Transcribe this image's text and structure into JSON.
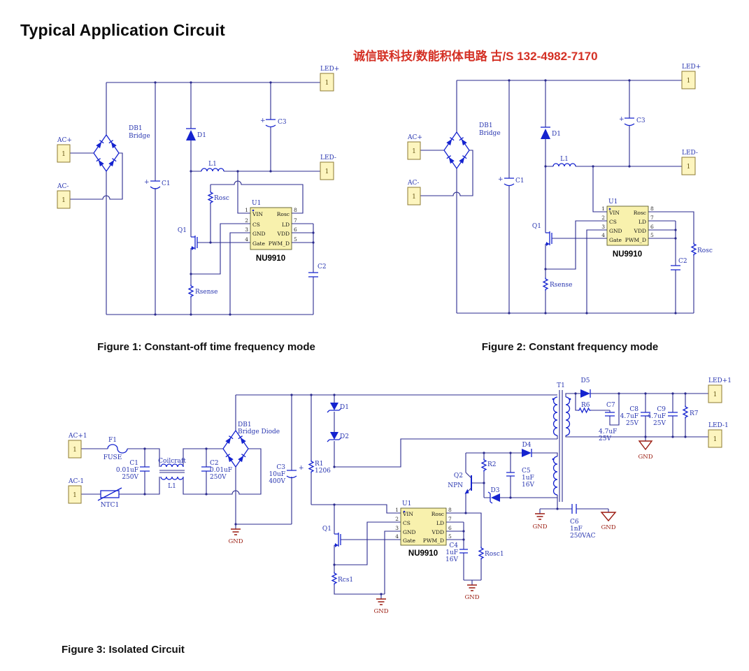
{
  "page": {
    "title": "Typical Application Circuit",
    "vendor_text": "诚信联科技/数能积体电路  古/S 132-4982-7170",
    "colors": {
      "wire": "#2b2b8f",
      "symbol_blue": "#1523cf",
      "label_blue": "#2936b0",
      "ground_red": "#9b1c10",
      "vendor_red": "#d43024",
      "port_fill": "#fdf5bf",
      "ic_fill": "#f8f1ad"
    }
  },
  "ic": {
    "designator": "U1",
    "part_number": "NU9910",
    "pins_left": [
      {
        "num": "1",
        "name": "VIN"
      },
      {
        "num": "2",
        "name": "CS"
      },
      {
        "num": "3",
        "name": "GND"
      },
      {
        "num": "4",
        "name": "Gate"
      }
    ],
    "pins_right": [
      {
        "num": "8",
        "name": "Rosc"
      },
      {
        "num": "7",
        "name": "LD"
      },
      {
        "num": "6",
        "name": "VDD"
      },
      {
        "num": "5",
        "name": "PWM_D"
      }
    ]
  },
  "fig1": {
    "caption": "Figure 1: Constant-off time frequency mode",
    "labels": {
      "ac_plus": "AC+",
      "ac_minus": "AC-",
      "port": "1",
      "db1": "DB1",
      "db1_type": "Bridge",
      "c1": "C1",
      "c1_plus": "+",
      "d1": "D1",
      "l1": "L1",
      "c3": "C3",
      "c3_plus": "+",
      "led_plus": "LED+",
      "led_minus": "LED-",
      "rosc": "Rosc",
      "q1": "Q1",
      "rsense": "Rsense",
      "c2": "C2"
    }
  },
  "fig2": {
    "caption": "Figure 2: Constant frequency mode",
    "labels": {
      "ac_plus": "AC+",
      "ac_minus": "AC-",
      "port": "1",
      "db1": "DB1",
      "db1_type": "Bridge",
      "c1": "C1",
      "c1_plus": "+",
      "d1": "D1",
      "l1": "L1",
      "c3": "C3",
      "c3_plus": "+",
      "led_plus": "LED+",
      "led_minus": "LED-",
      "rosc": "Rosc",
      "q1": "Q1",
      "rsense": "Rsense",
      "c2": "C2"
    }
  },
  "fig3": {
    "caption": "Figure 3: Isolated Circuit",
    "labels": {
      "ac_plus": "AC+1",
      "ac_minus": "AC-1",
      "port": "1",
      "f1": "F1",
      "fuse": "FUSE",
      "ntc1": "NTC1",
      "c1": "C1",
      "c1_val": "0.01uF",
      "c1_volt": "250V",
      "coilcraft": "Coilcraft",
      "l1": "L1",
      "c2": "C2",
      "c2_val": "0.01uF",
      "c2_volt": "250V",
      "db1": "DB1",
      "db1_type": "Bridge Diode",
      "c3": "C3",
      "c3_val": "10uF",
      "c3_volt": "400V",
      "c3_plus": "+",
      "gnd": "GND",
      "r1": "R1",
      "r1_val": "1206",
      "d1": "D1",
      "d2": "D2",
      "q1": "Q1",
      "rcs1": "Rcs1",
      "c4": "C4",
      "c4_val": "1uF",
      "c4_volt": "16V",
      "rosc1": "Rosc1",
      "q2": "Q2",
      "q2_type": "NPN",
      "r2": "R2",
      "d3": "D3",
      "c5": "C5",
      "c5_val": "1uF",
      "c5_volt": "16V",
      "d4": "D4",
      "t1": "T1",
      "d5": "D5",
      "r6": "R6",
      "c7": "C7",
      "c7_val": "4.7uF",
      "c7_volt": "25V",
      "c8": "C8",
      "c8_val": "4.7uF",
      "c8_volt": "25V",
      "c9": "C9",
      "c9_val": "4.7uF",
      "c9_volt": "25V",
      "r7": "R7",
      "led_plus": "LED+1",
      "led_minus": "LED-1",
      "c6": "C6",
      "c6_val": "1nF",
      "c6_volt": "250VAC"
    }
  }
}
